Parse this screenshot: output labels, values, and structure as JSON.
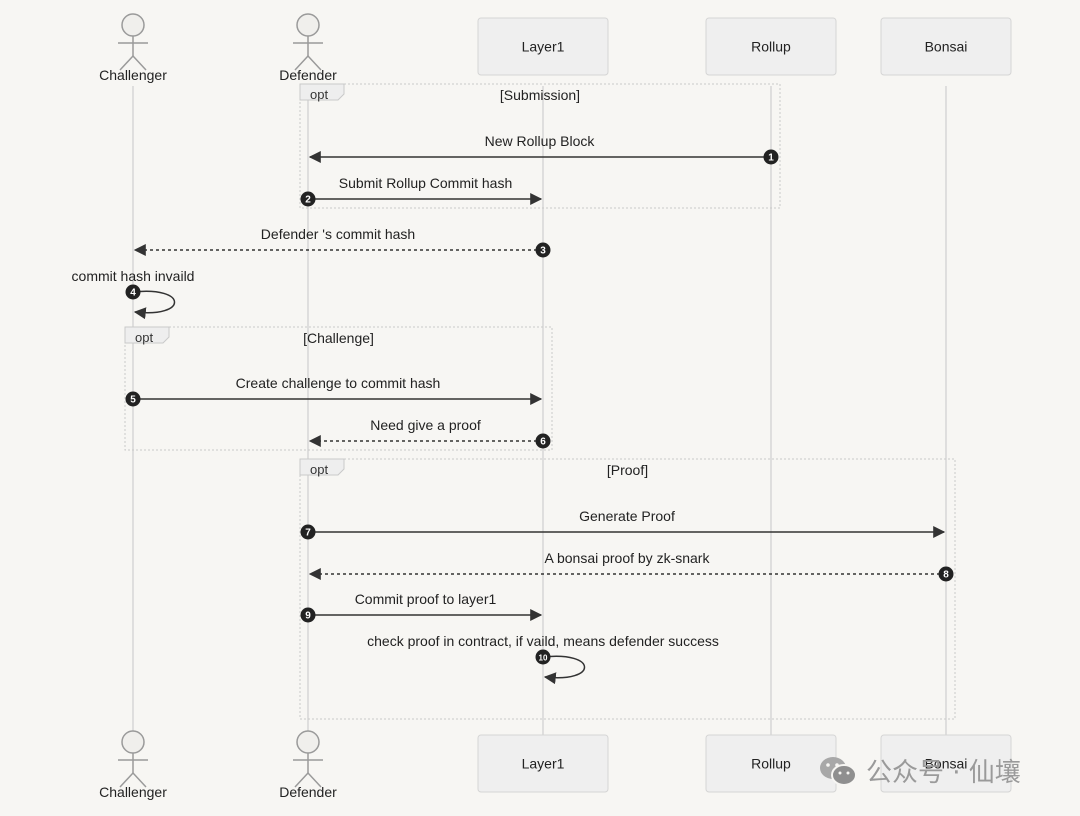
{
  "actors": [
    {
      "id": "challenger",
      "label": "Challenger",
      "kind": "person"
    },
    {
      "id": "defender",
      "label": "Defender",
      "kind": "person"
    },
    {
      "id": "layer1",
      "label": "Layer1",
      "kind": "box"
    },
    {
      "id": "rollup",
      "label": "Rollup",
      "kind": "box"
    },
    {
      "id": "bonsai",
      "label": "Bonsai",
      "kind": "box"
    }
  ],
  "groups": [
    {
      "id": "submission",
      "keyword": "opt",
      "title": "[Submission]"
    },
    {
      "id": "challenge",
      "keyword": "opt",
      "title": "[Challenge]"
    },
    {
      "id": "proof",
      "keyword": "opt",
      "title": "[Proof]"
    }
  ],
  "messages": [
    {
      "num": "1",
      "from": "rollup",
      "to": "defender",
      "label": "New Rollup Block",
      "style": "solid"
    },
    {
      "num": "2",
      "from": "defender",
      "to": "layer1",
      "label": "Submit Rollup Commit hash",
      "style": "solid"
    },
    {
      "num": "3",
      "from": "layer1",
      "to": "challenger",
      "label": "Defender 's commit hash",
      "style": "dashed"
    },
    {
      "num": "4",
      "from": "challenger",
      "to": "challenger",
      "label": "commit hash invaild",
      "style": "solid"
    },
    {
      "num": "5",
      "from": "challenger",
      "to": "layer1",
      "label": "Create challenge to commit hash",
      "style": "solid"
    },
    {
      "num": "6",
      "from": "layer1",
      "to": "defender",
      "label": "Need give a proof",
      "style": "dashed"
    },
    {
      "num": "7",
      "from": "defender",
      "to": "bonsai",
      "label": "Generate Proof",
      "style": "solid"
    },
    {
      "num": "8",
      "from": "bonsai",
      "to": "defender",
      "label": "A bonsai proof by zk-snark",
      "style": "dashed"
    },
    {
      "num": "9",
      "from": "defender",
      "to": "layer1",
      "label": "Commit proof to layer1",
      "style": "solid"
    },
    {
      "num": "10",
      "from": "layer1",
      "to": "layer1",
      "label": "check proof in contract, if vaild, means defender success",
      "style": "solid"
    }
  ],
  "watermark": {
    "text": "公众号 · 仙壤",
    "icon": "wechat-icon"
  }
}
